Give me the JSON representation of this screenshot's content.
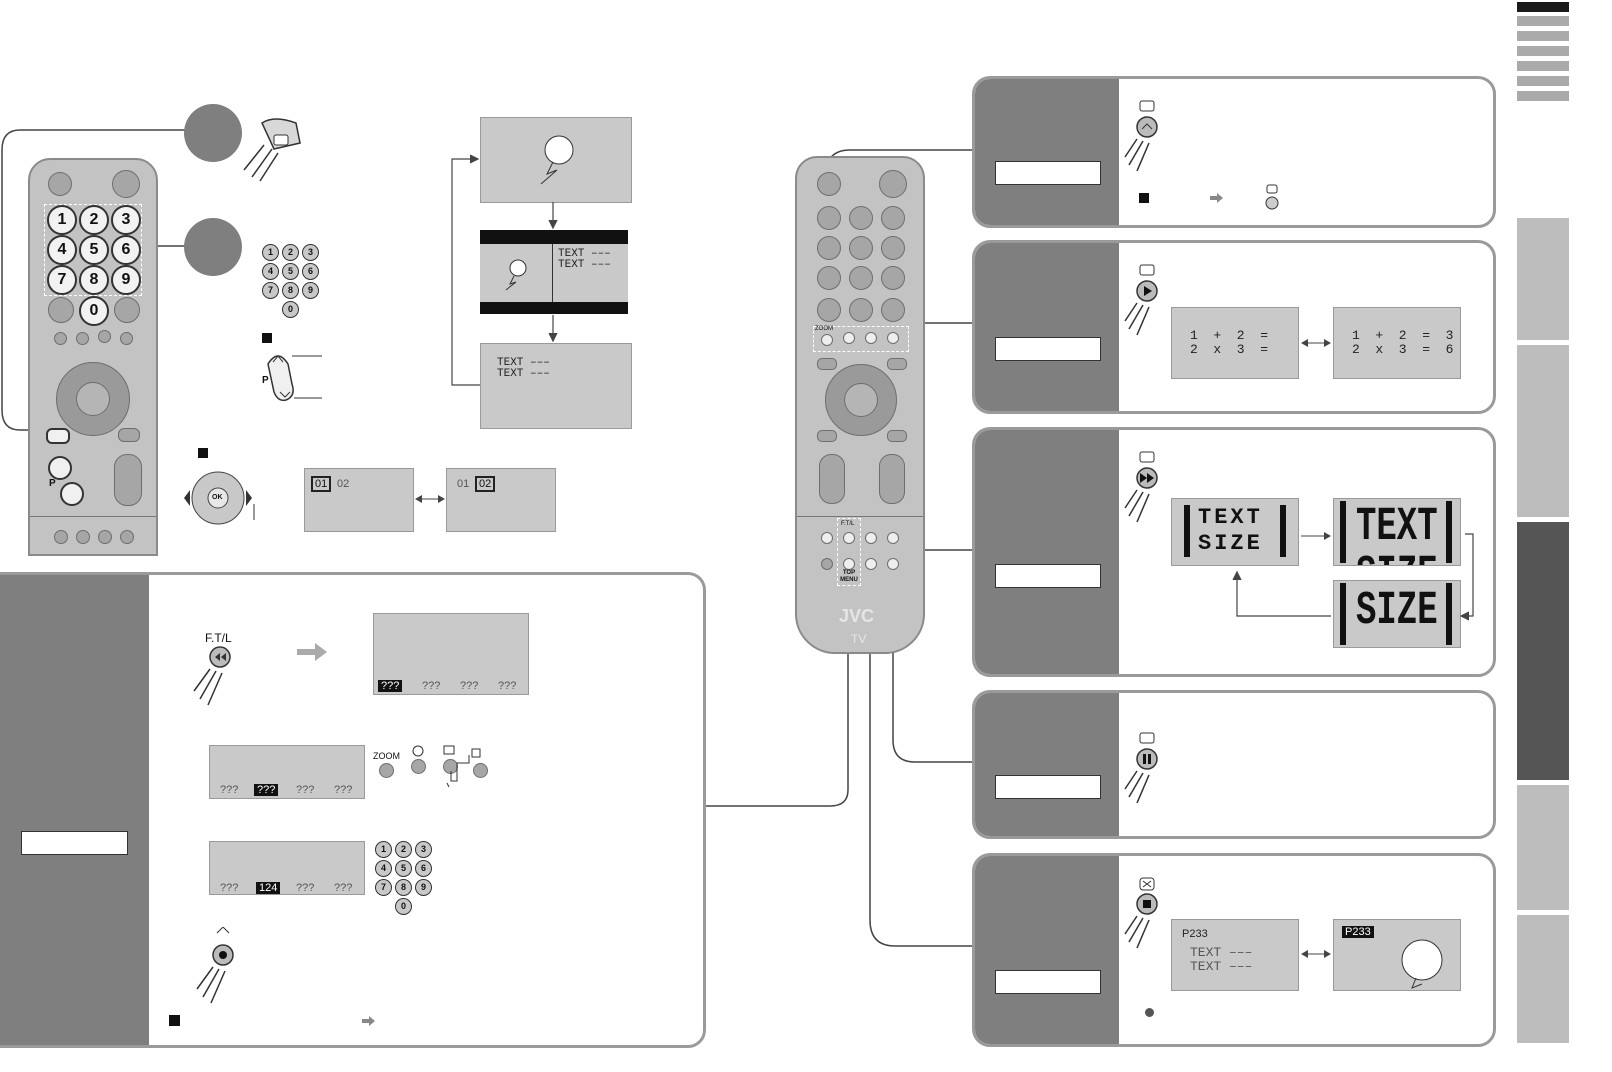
{
  "colors": {
    "panel_side": "#7f7f7f",
    "screen": "#c9c9c9",
    "remote_body": "#c3c3c3",
    "tab_dark": "#555555",
    "tab_light": "#bdbdbd"
  },
  "remote_left": {
    "numbers": [
      "1",
      "2",
      "3",
      "4",
      "5",
      "6",
      "7",
      "8",
      "9",
      "0"
    ],
    "p_label": "P"
  },
  "remote_right": {
    "zoom": "ZOOM",
    "ftl": "F.T/L",
    "top_menu": "TOP MENU",
    "brand": "JVC",
    "tv": "TV"
  },
  "small_keypad": [
    "1",
    "2",
    "3",
    "4",
    "5",
    "6",
    "7",
    "8",
    "9",
    "0"
  ],
  "p_button_label": "P",
  "ok_label": "OK",
  "screen_text": {
    "line1": "TEXT –––",
    "line2": "TEXT –––"
  },
  "page_select": {
    "a": "01",
    "b": "02"
  },
  "ftl": {
    "label": "F.T/L",
    "links_top": [
      "???",
      "???",
      "???",
      "???"
    ],
    "links_mid": [
      "???",
      "???",
      "???",
      "???"
    ],
    "links_bottom": [
      "???",
      "124",
      "???",
      "???"
    ],
    "zoom_label": "ZOOM"
  },
  "reveal": {
    "q1": "1  +  2  =",
    "q2": "2  x  3  =",
    "a1": "1  +  2  =  3",
    "a2": "2  x  3  =  6"
  },
  "size": {
    "w1": "TEXT",
    "w2": "SIZE"
  },
  "cancel": {
    "page": "P233",
    "line1": "TEXT –––",
    "line2": "TEXT –––"
  }
}
